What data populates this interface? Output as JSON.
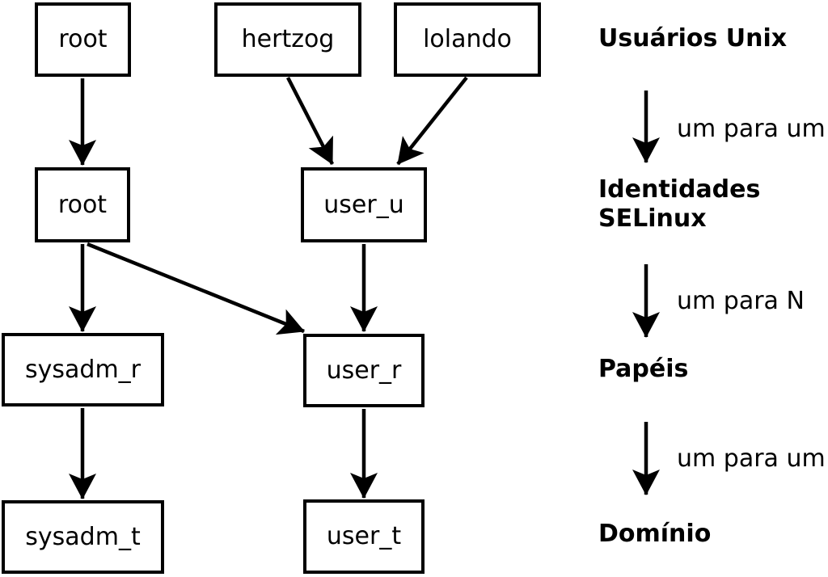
{
  "nodes": {
    "unix_root": "root",
    "unix_hertzog": "hertzog",
    "unix_lolando": "lolando",
    "selinux_root": "root",
    "selinux_user_u": "user_u",
    "role_sysadm_r": "sysadm_r",
    "role_user_r": "user_r",
    "domain_sysadm_t": "sysadm_t",
    "domain_user_t": "user_t"
  },
  "legend": {
    "unix_users": "Usuários Unix",
    "one_to_one_1": "um para um",
    "selinux_identities": "Identidades SELinux",
    "one_to_n": "um para N",
    "roles": "Papéis",
    "one_to_one_2": "um para um",
    "domain": "Domínio"
  },
  "colors": {
    "line": "#000000",
    "background": "#ffffff",
    "box_fill": "#ffffff"
  }
}
